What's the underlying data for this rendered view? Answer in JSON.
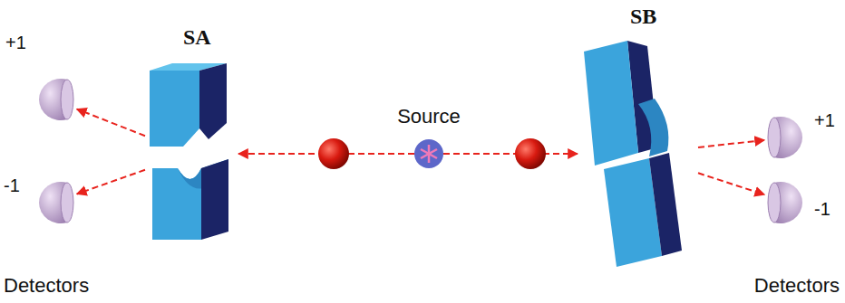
{
  "diagram": {
    "nodes": [
      {
        "text": [
          "SA"
        ]
      },
      {
        "text": [
          "Source"
        ]
      },
      {
        "text": [
          "SB"
        ]
      },
      {
        "text": [
          "+1"
        ]
      },
      {
        "text": [
          "-1"
        ]
      },
      {
        "text": [
          "+1"
        ]
      },
      {
        "text": [
          "-1"
        ]
      }
    ],
    "edges": [
      {
        "from": 1,
        "to": 0,
        "arrow": "to"
      },
      {
        "from": 1,
        "to": 2,
        "arrow": "to"
      },
      {
        "from": 0,
        "to": 3,
        "arrow": "to"
      },
      {
        "from": 0,
        "to": 4,
        "arrow": "to"
      },
      {
        "from": 2,
        "to": 5,
        "arrow": "to"
      },
      {
        "from": 2,
        "to": 6,
        "arrow": "to"
      }
    ],
    "labels": [
      "Detectors",
      "Detectors"
    ]
  }
}
